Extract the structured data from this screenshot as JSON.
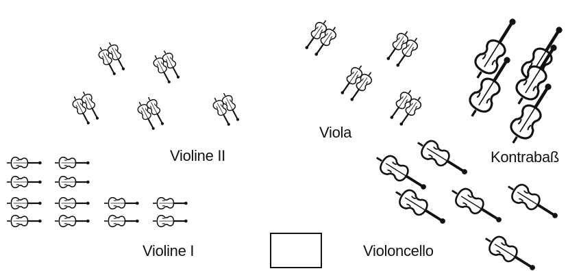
{
  "sections": {
    "violine_2": "Violine II",
    "viola": "Viola",
    "kontrabass": "Kontrabaß",
    "violine_1": "Violine I",
    "violoncello": "Violoncello"
  },
  "colors": {
    "ink": "#111111",
    "paper": "#ffffff"
  },
  "icon": "string-instrument-icon"
}
